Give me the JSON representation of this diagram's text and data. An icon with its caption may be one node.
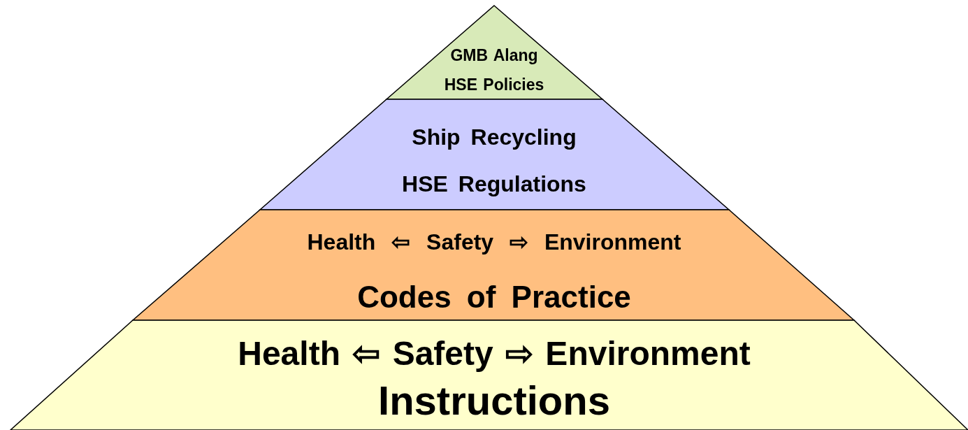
{
  "diagram": {
    "nodes": [
      {
        "text": [
          "GMB Alang HSE Policies"
        ]
      },
      {
        "text": [
          "Ship Recycling HSE Regulations"
        ]
      },
      {
        "text": [
          "Health ⇦ Safety ⇨ Environment",
          "Codes of Practice"
        ]
      },
      {
        "text": [
          "Health ⇦ Safety ⇨ Environment",
          "Instructions"
        ]
      }
    ]
  }
}
